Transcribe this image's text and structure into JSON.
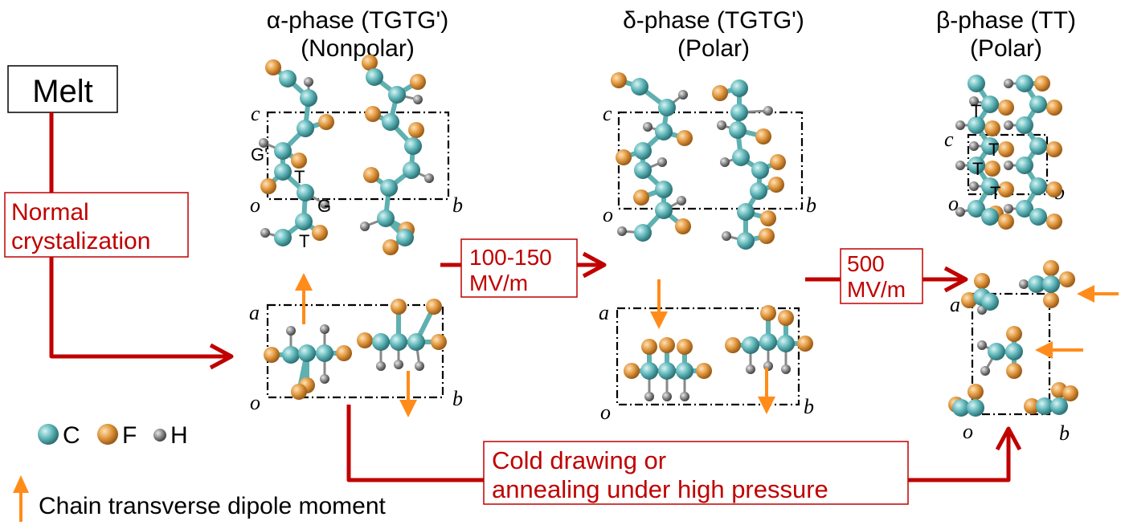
{
  "colors": {
    "accent_red": "#c00000",
    "dipole_orange": "#ff8c1a",
    "carbon": "#5fb6b9",
    "fluorine": "#e0963c",
    "hydrogen": "#7a7a7a"
  },
  "start": {
    "label": "Melt"
  },
  "phases": {
    "alpha": {
      "title": "α-phase (TGTG')",
      "polarity": "(Nonpolar)"
    },
    "delta": {
      "title": "δ-phase  (TGTG')",
      "polarity": "(Polar)"
    },
    "beta": {
      "title": "β-phase (TT)",
      "polarity": "(Polar)"
    }
  },
  "axis_labels": {
    "c": "c",
    "o": "o",
    "b": "b",
    "a": "a"
  },
  "conformation_labels": {
    "T": "T",
    "G": "G",
    "G_prime": "G'"
  },
  "transitions": {
    "normal": {
      "line1": "Normal",
      "line2": "crystalization"
    },
    "field_low": {
      "line1": "100-150",
      "line2": "MV/m"
    },
    "field_high": {
      "line1": "500",
      "line2": "MV/m"
    },
    "drawing": {
      "line1": "Cold drawing or",
      "line2": "annealing under high pressure"
    }
  },
  "legend": {
    "carbon": "C",
    "fluorine": "F",
    "hydrogen": "H",
    "dipole": "Chain transverse dipole moment"
  }
}
